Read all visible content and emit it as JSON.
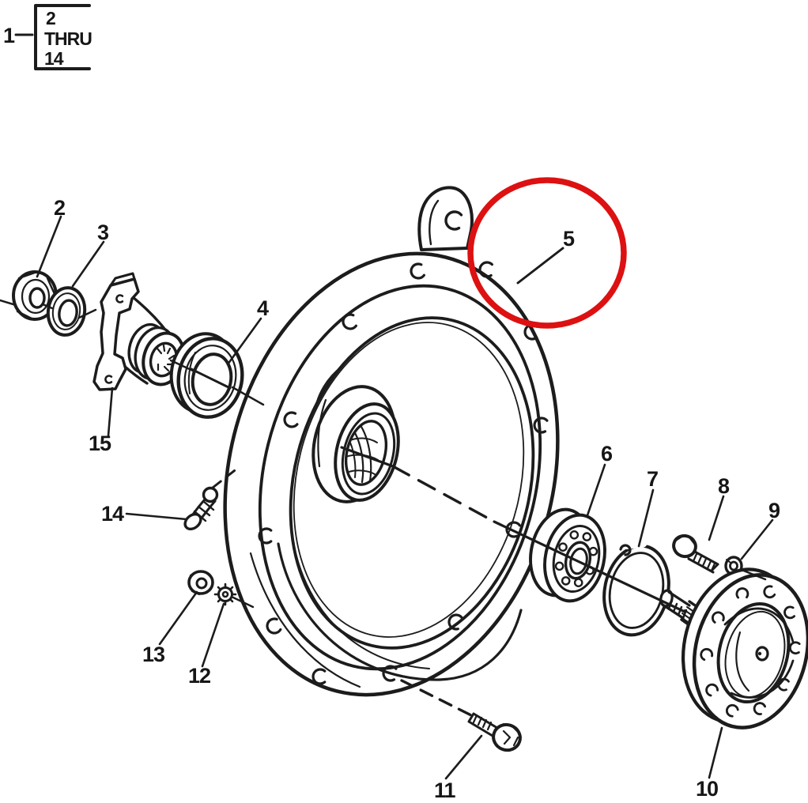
{
  "diagram": {
    "background_color": "#ffffff",
    "line_color": "#1c1c1c",
    "highlight": {
      "shape": "circle",
      "color": "#dd1111",
      "around_callout": "5"
    },
    "legend": {
      "callout_label": "1",
      "box_lines": [
        "2",
        "THRU",
        "14"
      ]
    },
    "callouts": {
      "2": "2",
      "3": "3",
      "4": "4",
      "5": "5",
      "6": "6",
      "7": "7",
      "8": "8",
      "9": "9",
      "10": "10",
      "11": "11",
      "12": "12",
      "13": "13",
      "14": "14",
      "15": "15"
    }
  }
}
